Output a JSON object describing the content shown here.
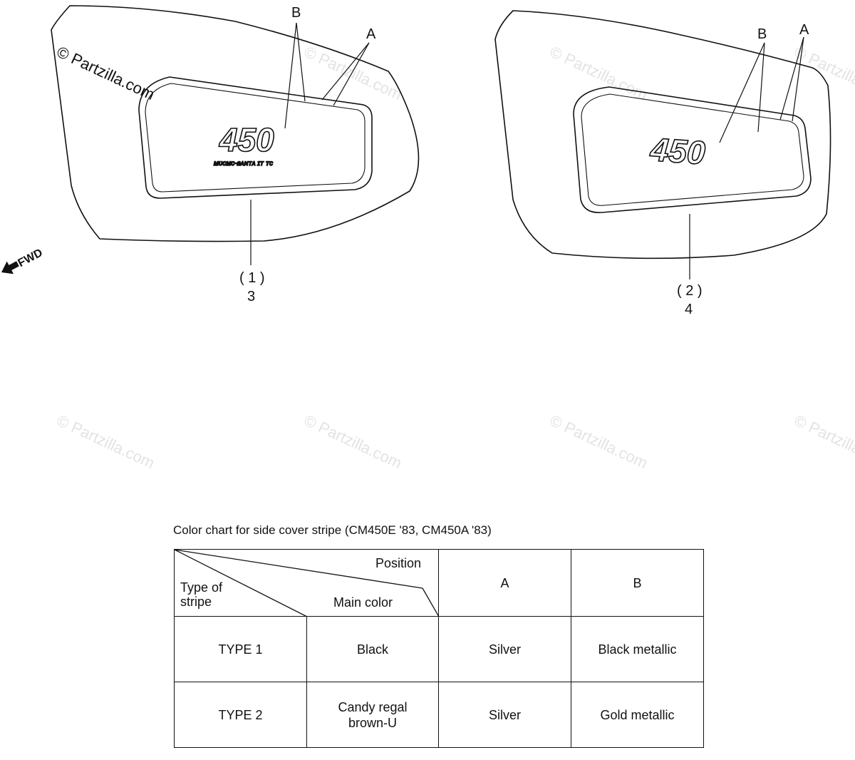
{
  "watermark": "© Partzilla.com",
  "direction": "FWD",
  "callouts": {
    "a": "A",
    "b": "B",
    "left_ref": "( 1 )",
    "left_num": "3",
    "right_ref": "( 2 )",
    "right_num": "4"
  },
  "emblem": {
    "number": "450",
    "left_small_text": "ᴍᴜᴄᴍᴄ-ʙᴀɴᴛᴀ ɪᴛ ᴛᴄ"
  },
  "chart": {
    "title": "Color chart for side cover stripe (CM450E '83, CM450A '83)",
    "header": {
      "position": "Position",
      "main_color": "Main color",
      "type_of": "Type of",
      "stripe": "stripe",
      "col_a": "A",
      "col_b": "B"
    },
    "rows": [
      {
        "type": "TYPE 1",
        "main_color": "Black",
        "a": "Silver",
        "b": "Black metallic"
      },
      {
        "type": "TYPE 2",
        "main_color": "Candy regal brown-U",
        "a": "Silver",
        "b": "Gold metallic"
      }
    ]
  },
  "colors": {
    "line": "#111111",
    "watermark": "#e3e3e3",
    "background": "#ffffff"
  }
}
